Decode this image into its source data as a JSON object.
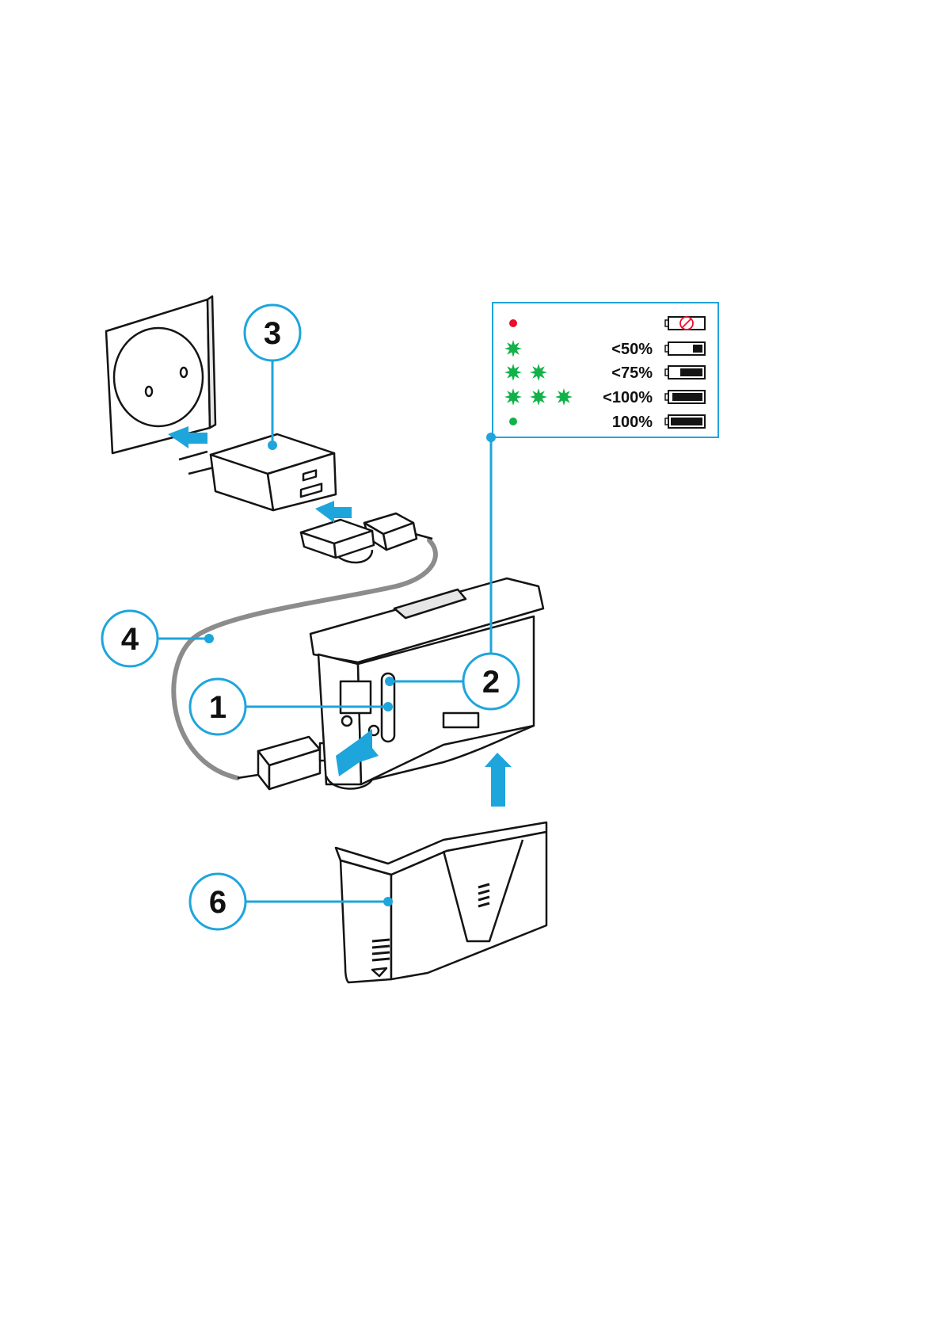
{
  "colors": {
    "accent": "#1ea5dc",
    "line": "#141414",
    "cable": "#8c8c8c",
    "led_red": "#e8102a",
    "led_green": "#12b24a",
    "slash_red": "#e8102a"
  },
  "callouts": {
    "c1": "1",
    "c2": "2",
    "c3": "3",
    "c4": "4",
    "c6": "6"
  },
  "legend": {
    "rows": [
      {
        "led": "red-dot",
        "label": "",
        "battery_level": null
      },
      {
        "led": "green-blink-1",
        "label": "<50%",
        "battery_level": 0.3
      },
      {
        "led": "green-blink-2",
        "label": "<75%",
        "battery_level": 0.7
      },
      {
        "led": "green-blink-3",
        "label": "<100%",
        "battery_level": 0.95
      },
      {
        "led": "green-dot",
        "label": "100%",
        "battery_level": 1.0
      }
    ]
  }
}
